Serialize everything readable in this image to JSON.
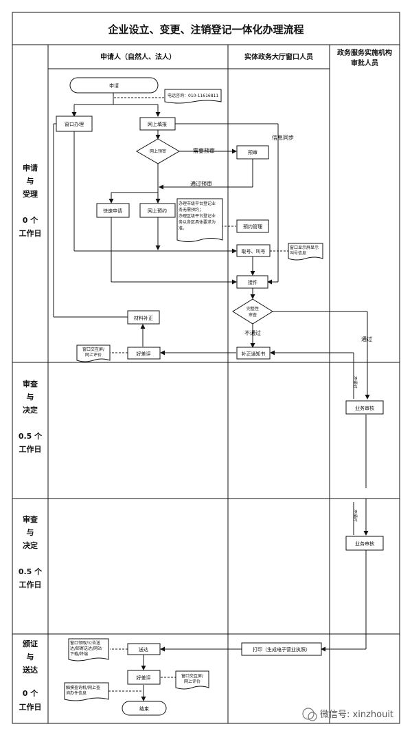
{
  "title": "企业设立、变更、注销登记一体化办理流程",
  "columns": {
    "applicant": "申请人（自然人、法人）",
    "window_staff": "实体政务大厅窗口人员",
    "approver_line1": "政务服务实施机构",
    "approver_line2": "审批人员"
  },
  "stages": [
    {
      "lines": [
        "申请",
        "与",
        "受理"
      ],
      "days": "0 个",
      "unit": "工作日"
    },
    {
      "lines": [
        "审查",
        "与",
        "决定"
      ],
      "days": "0.5 个",
      "unit": "工作日"
    },
    {
      "lines": [
        "审查",
        "与",
        "决定"
      ],
      "days": "0.5 个",
      "unit": "工作日"
    },
    {
      "lines": [
        "颁证",
        "与",
        "送达"
      ],
      "days": "0 个",
      "unit": "工作日"
    }
  ],
  "nodes": {
    "apply": "申请",
    "hotline": "电话咨询：010-11616811",
    "window_handle": "窗口办理",
    "online_fill": "网上填报",
    "online_precheck": "网上预审",
    "need_precheck": "需要预审",
    "precheck": "预审",
    "info_sync": "信息同步",
    "pass_precheck": "通过预审",
    "quick_apply": "快速申请",
    "online_booking": "网上预约",
    "note_lines": [
      "办理市级平台登记业",
      "务无需预约；",
      "办理区级平台登记业",
      "务以各区具体要求为",
      "准。"
    ],
    "booking_mgmt": "预约管理",
    "take_number": "取号、叫号",
    "screen_note_lines": [
      "窗口显示屏显示",
      "叫号信息"
    ],
    "accept": "接件",
    "completeness_lines": [
      "完整性",
      "审查"
    ],
    "material_supplement": "材料补正",
    "not_pass": "不通过",
    "pass": "通过",
    "correction_notice": "补正通知书",
    "bad_review": "好差评",
    "window_eval_lines": [
      "窗口交互屏/",
      "网上评价"
    ],
    "not_pass_v": "不通过",
    "business_review_1": "业务审核",
    "business_review_2": "业务审核",
    "print": "打印（生成电子营业执照）",
    "deliver": "送达",
    "deliver_note_lines": [
      "窗口领取/公告送",
      "达/邮寄送达/网站",
      "下载/终端"
    ],
    "bad_review_2": "好差评",
    "window_eval2_lines": [
      "窗口交互屏/",
      "网上评价"
    ],
    "query_note_lines": [
      "触摸查询机/网上查",
      "询办件信息"
    ],
    "end": "结束"
  },
  "watermark": "微信号: xinzhouit"
}
